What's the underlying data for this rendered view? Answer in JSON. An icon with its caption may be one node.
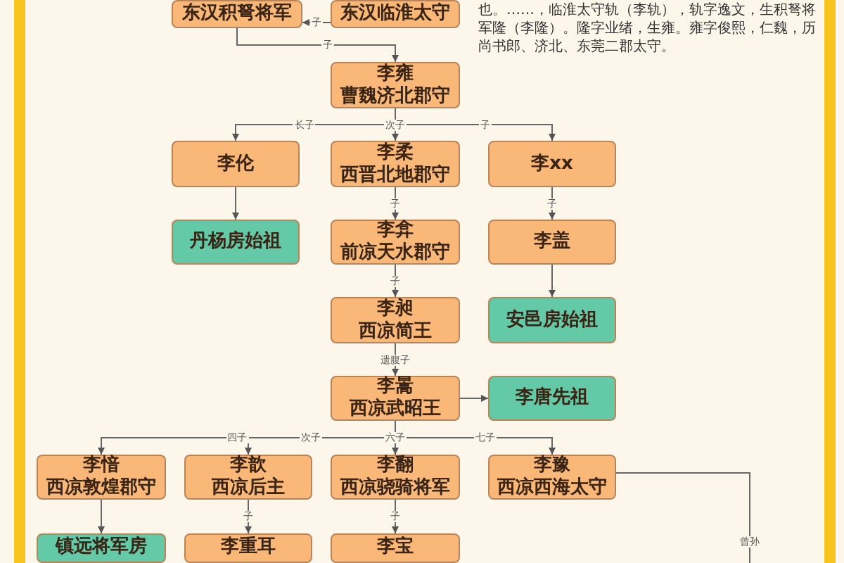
{
  "diagram": {
    "nodes": [
      {
        "text": [
          "东汉积弩将军"
        ]
      },
      {
        "text": [
          "东汉临淮太守"
        ]
      },
      {
        "text": [
          "李雍",
          "曹魏济北郡守"
        ]
      },
      {
        "text": [
          "李伦"
        ]
      },
      {
        "text": [
          "李柔",
          "西晋北地郡守"
        ]
      },
      {
        "text": [
          "李xx"
        ]
      },
      {
        "text": [
          "丹杨房始祖"
        ]
      },
      {
        "text": [
          "李弇",
          "前凉天水郡守"
        ]
      },
      {
        "text": [
          "李盖"
        ]
      },
      {
        "text": [
          "李昶",
          "西凉简王"
        ]
      },
      {
        "text": [
          "安邑房始祖"
        ]
      },
      {
        "text": [
          "李暠",
          "西凉武昭王"
        ]
      },
      {
        "text": [
          "李唐先祖"
        ]
      },
      {
        "text": [
          "李愔",
          "西凉敦煌郡守"
        ]
      },
      {
        "text": [
          "李歆",
          "西凉后主"
        ]
      },
      {
        "text": [
          "李翻",
          "西凉骁骑将军"
        ]
      },
      {
        "text": [
          "李豫",
          "西凉西海太守"
        ]
      },
      {
        "text": [
          "镇远将军房"
        ]
      },
      {
        "text": [
          "李重耳"
        ]
      },
      {
        "text": [
          "李宝"
        ]
      }
    ],
    "edges": [
      {
        "from": 1,
        "to": 0,
        "arrow": "to",
        "label": "子"
      },
      {
        "from": 0,
        "to": 2,
        "arrow": "to",
        "label": "子"
      },
      {
        "from": 2,
        "to": 3,
        "arrow": "to",
        "label": "长子"
      },
      {
        "from": 2,
        "to": 4,
        "arrow": "to",
        "label": "次子"
      },
      {
        "from": 2,
        "to": 5,
        "arrow": "to",
        "label": "子"
      },
      {
        "from": 3,
        "to": 6,
        "arrow": "to"
      },
      {
        "from": 4,
        "to": 7,
        "arrow": "to",
        "label": "子"
      },
      {
        "from": 5,
        "to": 8,
        "arrow": "to",
        "label": "子"
      },
      {
        "from": 7,
        "to": 9,
        "arrow": "to",
        "label": "子"
      },
      {
        "from": 8,
        "to": 10,
        "arrow": "to"
      },
      {
        "from": 9,
        "to": 11,
        "arrow": "to",
        "label": "遗腹子"
      },
      {
        "from": 11,
        "to": 12,
        "arrow": "to"
      },
      {
        "from": 11,
        "to": 13,
        "arrow": "to",
        "label": "四子"
      },
      {
        "from": 11,
        "to": 14,
        "arrow": "to",
        "label": "次子"
      },
      {
        "from": 11,
        "to": 15,
        "arrow": "to",
        "label": "六子"
      },
      {
        "from": 11,
        "to": 16,
        "arrow": "to",
        "label": "七子"
      },
      {
        "from": 13,
        "to": 17,
        "arrow": "to"
      },
      {
        "from": 14,
        "to": 18,
        "arrow": "to",
        "label": "子"
      },
      {
        "from": 15,
        "to": 19,
        "arrow": "to",
        "label": "子"
      },
      {
        "from": 16,
        "to": null,
        "arrow": "none",
        "label": "曾孙"
      }
    ],
    "labels": [
      "也。……，临淮太守轨（李轨），轨字逸文，生积弩将军隆（李隆）。隆字业绪，生雍。雍字俊熙，仁魏，历尚书郎、济北、东莞二郡太守。"
    ]
  }
}
